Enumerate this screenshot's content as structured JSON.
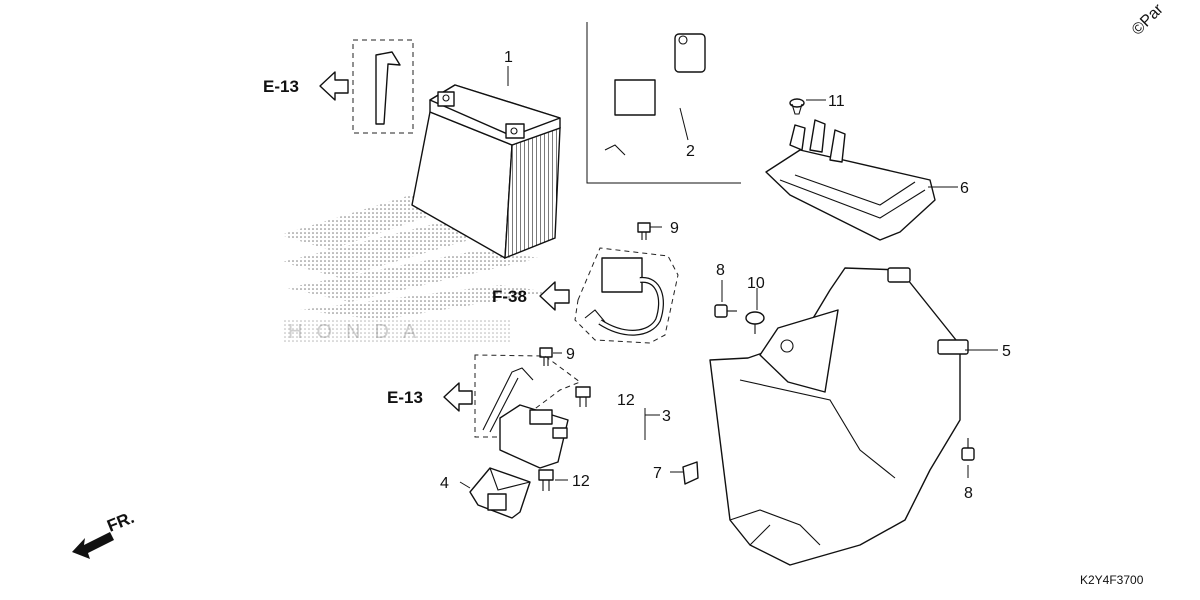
{
  "diagram": {
    "callouts": {
      "c1": "1",
      "c2": "2",
      "c3": "3",
      "c4": "4",
      "c5": "5",
      "c6": "6",
      "c7": "7",
      "c8a": "8",
      "c8b": "8",
      "c9a": "9",
      "c9b": "9",
      "c10": "10",
      "c11": "11",
      "c12a": "12",
      "c12b": "12"
    },
    "refs": {
      "e13_top": "E-13",
      "f38": "F-38",
      "e13_bottom": "E-13"
    },
    "front_label": "FR.",
    "watermark": "HONDA",
    "copyright": "©Par",
    "diagram_code": "K2Y4F3700"
  }
}
